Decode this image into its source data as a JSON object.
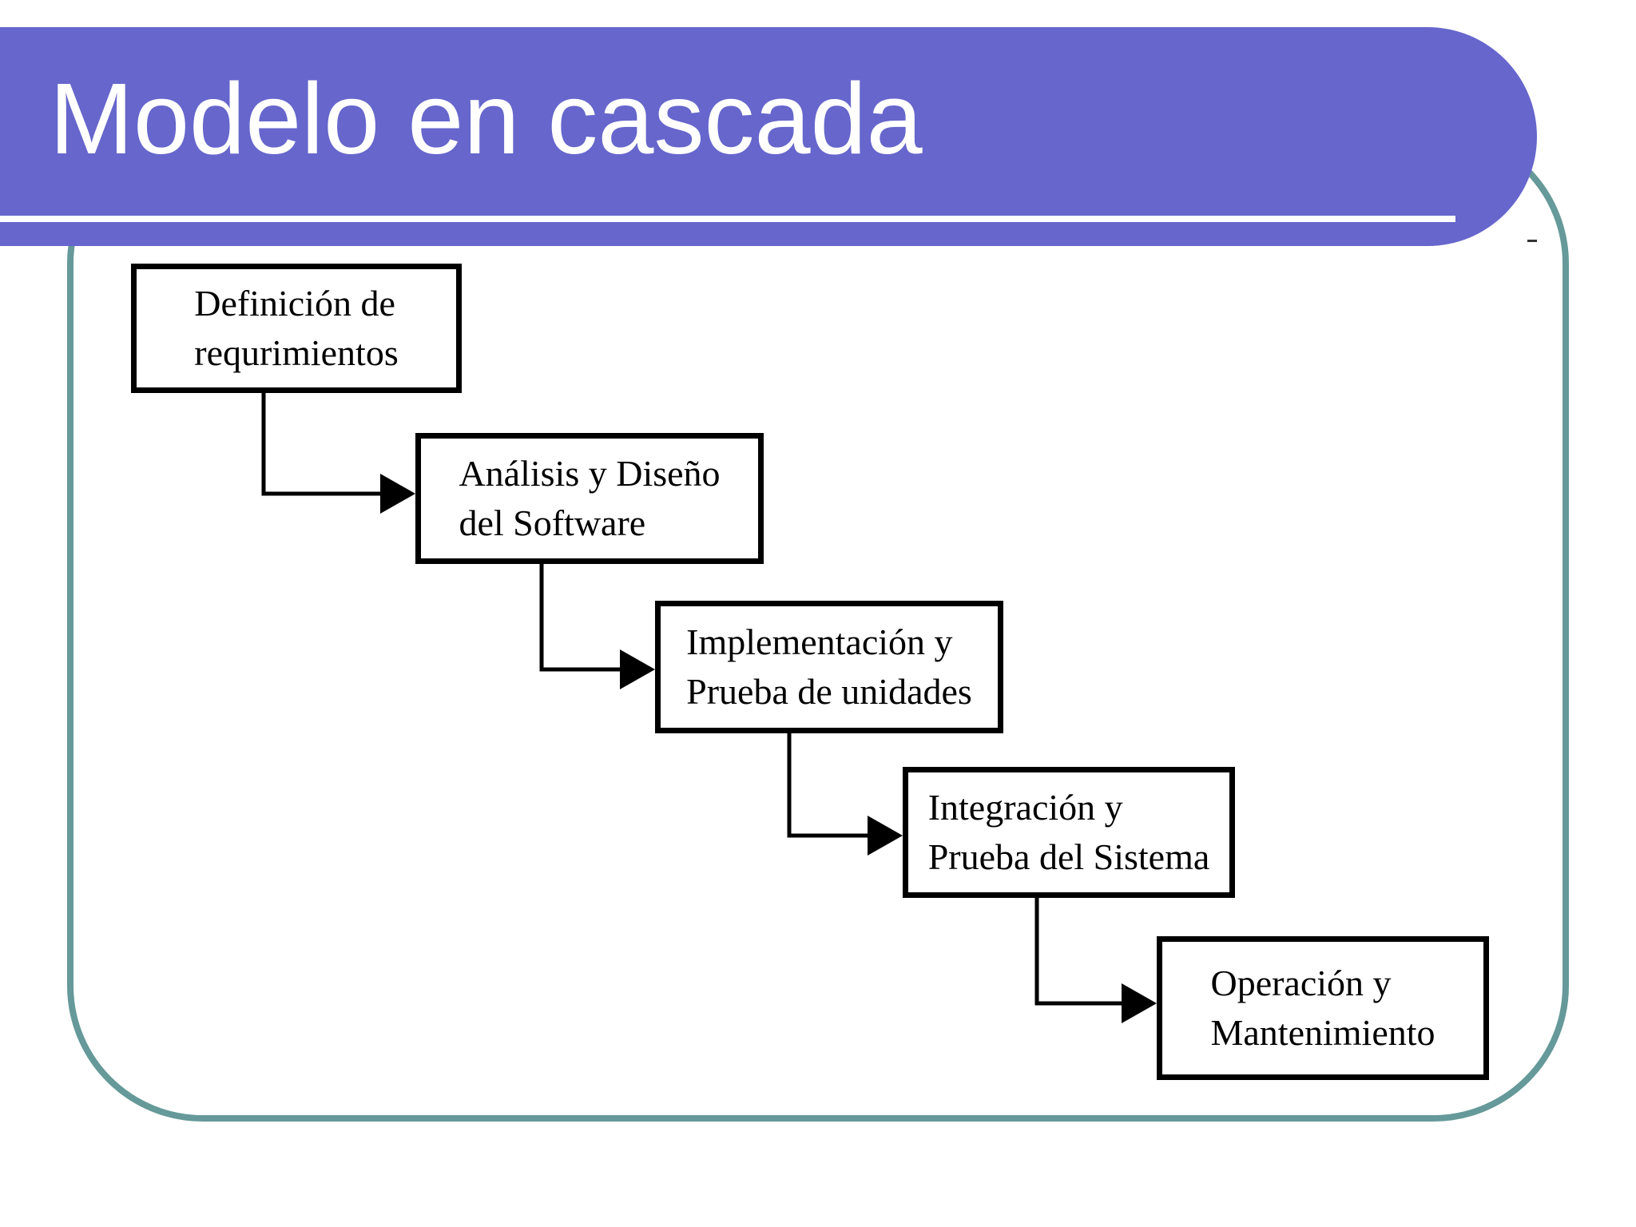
{
  "title": "Modelo en cascada",
  "colors": {
    "banner": "#6666cc",
    "frame": "#669999",
    "box_border": "#000000"
  },
  "steps": [
    {
      "label": "Definición de\nrequrimientos"
    },
    {
      "label": "Análisis y Diseño\ndel Software"
    },
    {
      "label": "Implementación y\nPrueba de unidades"
    },
    {
      "label": "Integración y\nPrueba del Sistema"
    },
    {
      "label": "Operación y\nMantenimiento"
    }
  ]
}
